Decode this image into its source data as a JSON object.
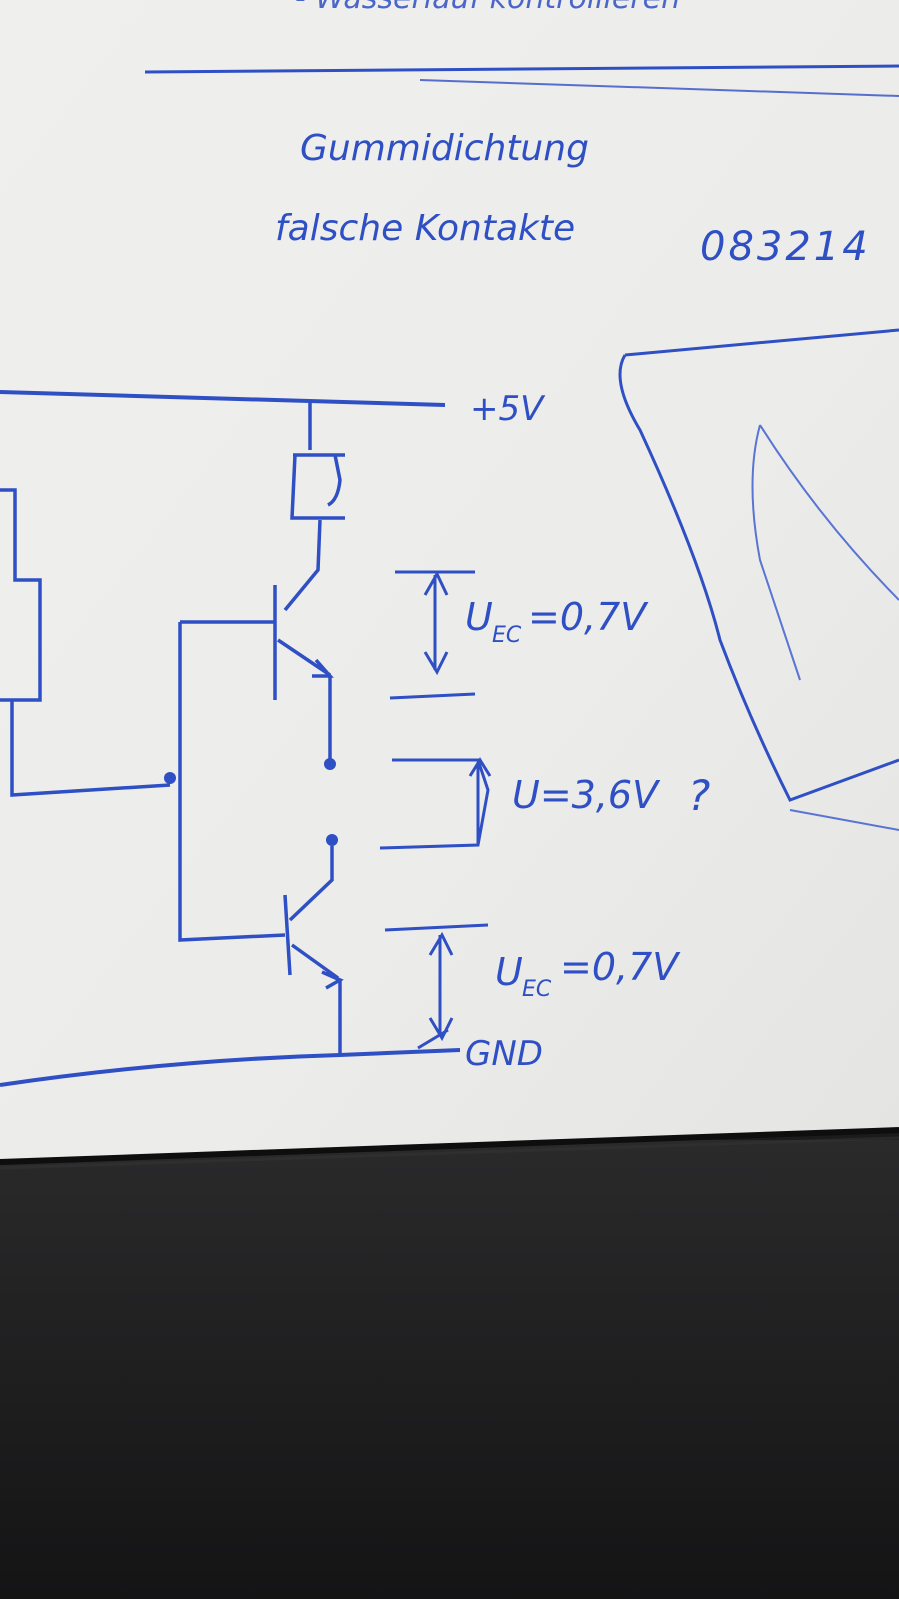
{
  "note": {
    "top_scribble": "- Wasserlauf kontrollieren",
    "line1": "Gummidichtung",
    "line2": "falsche Kontakte",
    "number": "083214"
  },
  "circuit": {
    "supply_label": "+5V",
    "ground_label": "GND",
    "u_ec_top": "U",
    "u_ec_top_sub": "EC",
    "u_ec_top_value": "=0,7V",
    "u_mid": "U=3,6V",
    "u_mid_mark": "?",
    "u_ec_bottom": "U",
    "u_ec_bottom_sub": "EC",
    "u_ec_bottom_value": "=0,7V"
  },
  "colors": {
    "ink": "#2f4fc4",
    "paper": "#eeeeec",
    "desk": "#1b1b1c"
  }
}
